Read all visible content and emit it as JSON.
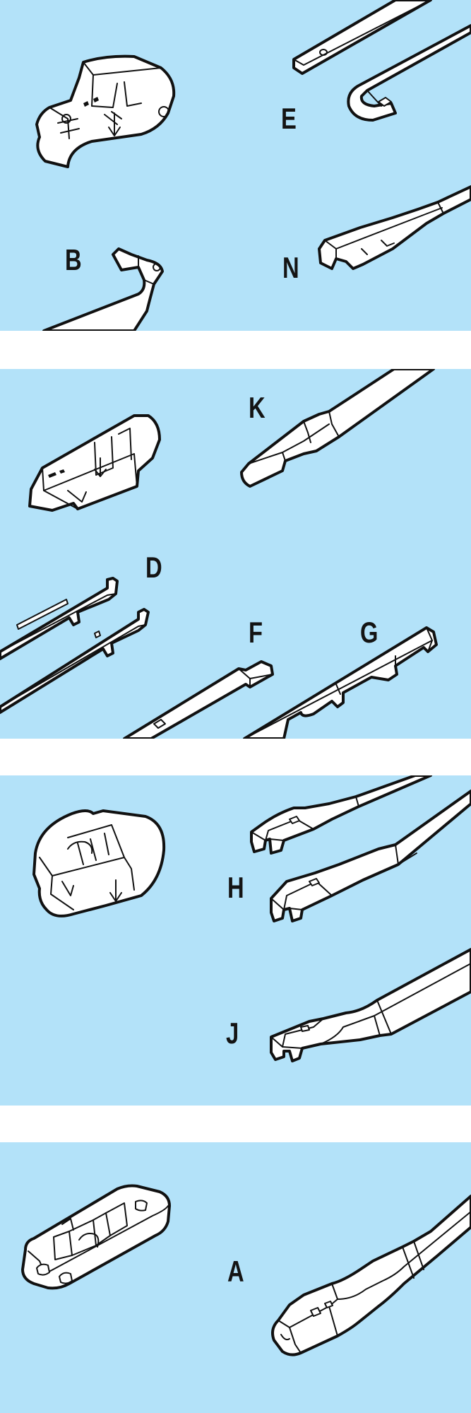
{
  "panels": [
    {
      "id": "panel-1",
      "labels": [
        "E",
        "B",
        "N"
      ]
    },
    {
      "id": "panel-2",
      "labels": [
        "K",
        "D",
        "F",
        "G"
      ]
    },
    {
      "id": "panel-3",
      "labels": [
        "H",
        "J"
      ]
    },
    {
      "id": "panel-4",
      "labels": [
        "A"
      ]
    }
  ],
  "colors": {
    "panel_background": "#b3e2f9",
    "page_background": "#ffffff",
    "outline": "#111111",
    "part_fill": "#ffffff"
  }
}
